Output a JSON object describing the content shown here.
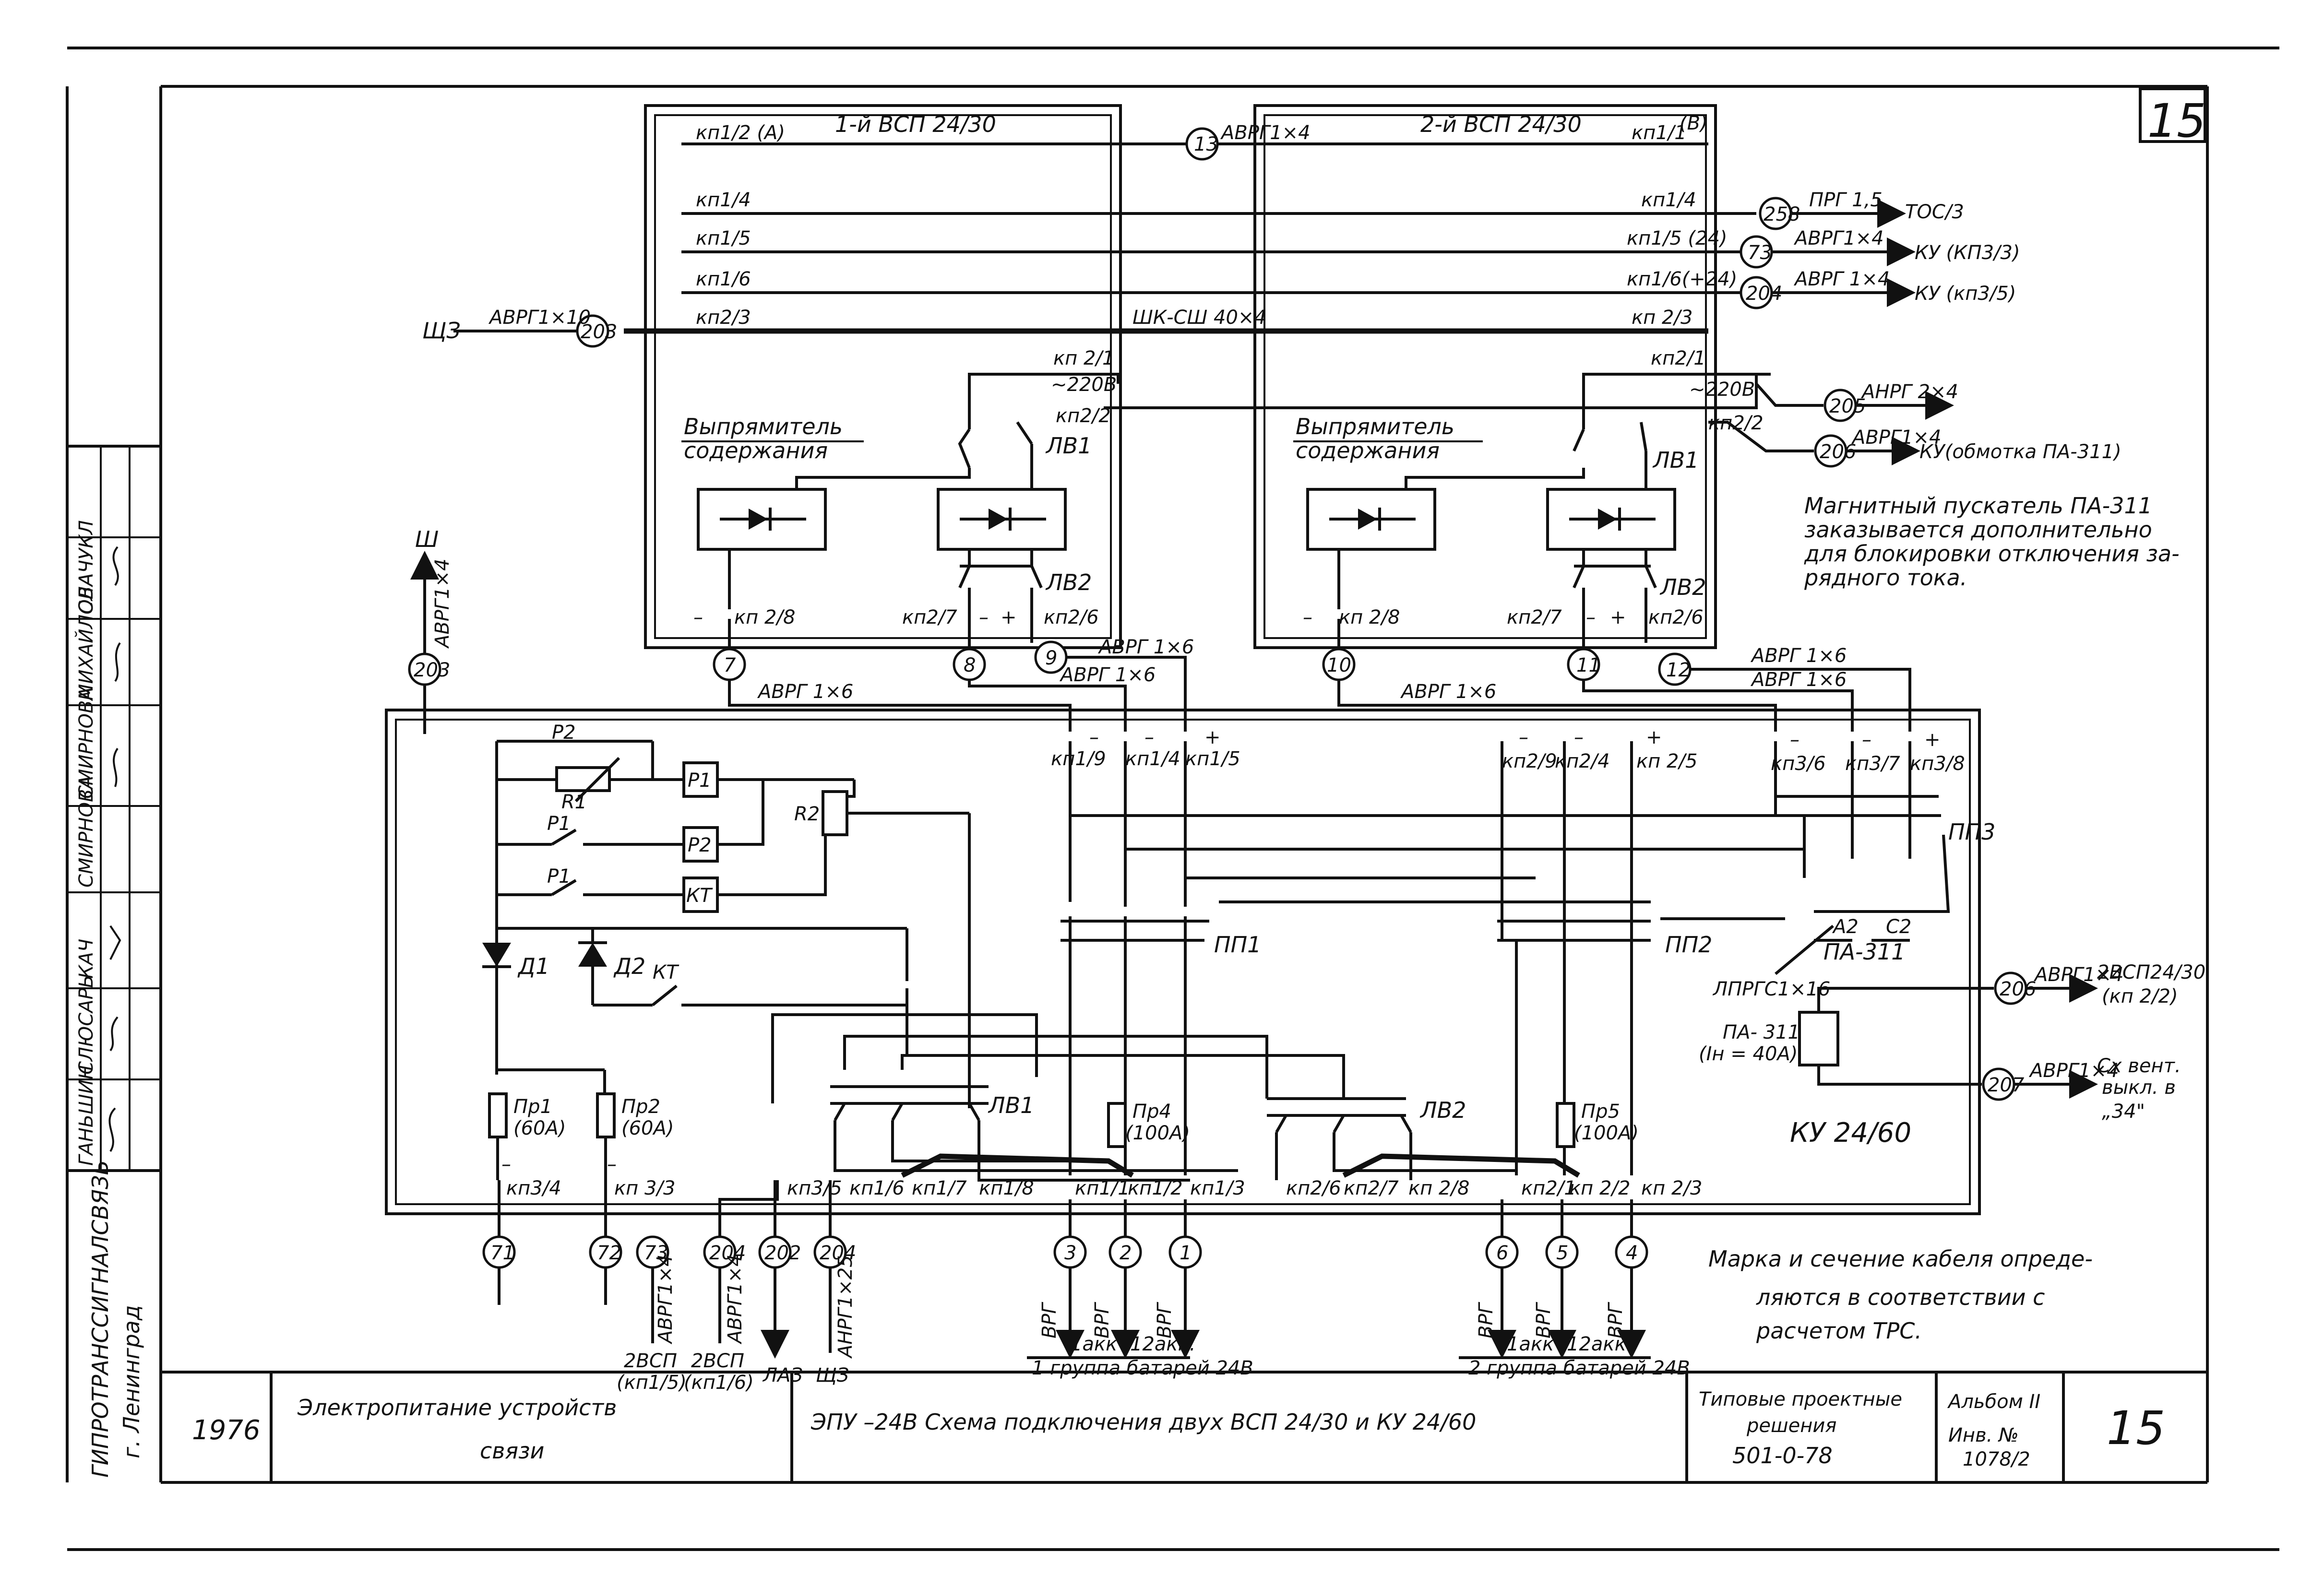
{
  "sheet": {
    "number": "15",
    "year": "1976",
    "title_left_1": "Электропитание  устройств",
    "title_left_2": "связи",
    "title_main": "ЭПУ –24В  Схема подключения двух  ВСП 24/30 и КУ 24/60",
    "standard_1": "Типовые проектные",
    "standard_2": "решения",
    "standard_3": "501-0-78",
    "album": "Альбом II",
    "inv": "Инв. №",
    "inv_num": "1078/2",
    "org_1": "ГИПРОТРАНССИГНАЛСВЯЗЬ",
    "org_2": "г. Ленинград"
  },
  "signatures": [
    {
      "name": "ГАНЬШИН"
    },
    {
      "name": "СЛЮСАРЬ"
    },
    {
      "name": "КАЧ"
    },
    {
      "name": "СМИРНОВА"
    },
    {
      "name": "СМИРНОВА"
    },
    {
      "name": "МИХАЙЛОВА"
    },
    {
      "name": "СЛАЧУКЛ"
    }
  ],
  "units": {
    "vsp1": "1-й  ВСП 24/30",
    "vsp2": "2-й  ВСП 24/30",
    "ku": "КУ 24/60",
    "rectifier_1": "Выпрямитель",
    "rectifier_2": "содержания"
  },
  "labels": {
    "kp1_2": "кп1/2 (А)",
    "kp1_1": "кп1/1",
    "kp1_1b": "(В)",
    "kp1_4": "кп1/4",
    "kp1_5": "кп1/5",
    "kp1_6": "кп1/6",
    "kp2_3": "кп2/3",
    "kp2_3r": "кп 2/3",
    "kp1_5_24": "кп1/5 (24)",
    "kp1_6_24": "кп1/6(+24)",
    "shk": "ШК-СШ 40×4",
    "kp2_1": "кп 2/1",
    "kp2_1r": "кп2/1",
    "v220": "~220В",
    "kp2_2": "кп2/2",
    "lv1": "ЛВ1",
    "lv2": "ЛВ2",
    "kp2_8": "кп 2/8",
    "kp2_7": "кп2/7",
    "kp2_6": "кп2/6",
    "minus": "–",
    "plus": "+",
    "shz": "ЩЗ",
    "avrg1x10": "АВРГ1×10",
    "avrg1x4": "АВРГ1×4",
    "avrg1x4b": "АВРГ1×4",
    "avrg1x4c": "АВРГ 1×4",
    "avrg1x6": "АВРГ 1×6",
    "anrg2x4": "АНРГ 2×4",
    "prg": "ПРГ  1,5",
    "toc3": "ТОС/3",
    "ku_kp3_3": "КУ (КП3/3)",
    "ku_kp3_5": "КУ (кп3/5)",
    "ku_pa311": "КУ(обмотка ПА-311)",
    "note1_1": "Магнитный пускатель ПА-311",
    "note1_2": "заказывается дополнительно",
    "note1_3": "для блокировки отключения за-",
    "note1_4": "рядного тока.",
    "sh": "Ш",
    "r1": "R1",
    "r2": "R2",
    "p1": "Р1",
    "p2": "Р2",
    "kt": "КТ",
    "d1": "Д1",
    "d2": "Д2",
    "pr1": "Пр1",
    "pr1a": "(60А)",
    "pr2": "Пр2",
    "pr4": "Пр4",
    "pr5": "Пр5",
    "a100": "(100А)",
    "pp1": "ПП1",
    "pp2": "ПП2",
    "pp3": "ПП3",
    "a2": "А2",
    "c2": "С2",
    "pa311": "ПА-311",
    "pa311b": "ПА- 311",
    "in40": "(Iн = 40А)",
    "lprgs": "ЛПРГС1×16",
    "vsp2_kp": "2ВСП24/30",
    "kp2_2b": "(кп 2/2)",
    "skh": "Сх вент.",
    "vykl": "выкл. в",
    "z34": "„34\"",
    "kp1_9": "кп1/9",
    "kp1_4b": "кп1/4",
    "kp1_5b": "кп1/5",
    "kp2_9": "кп2/9",
    "kp2_4": "кп2/4",
    "kp2_5": "кп 2/5",
    "kp3_6": "кп3/6",
    "kp3_7": "кп3/7",
    "kp3_8": "кп3/8",
    "kp3_4": "кп3/4",
    "kp3_3": "кп 3/3",
    "kp3_5": "кп3/5",
    "kp1_6b": "кп1/6",
    "kp1_7": "кп1/7",
    "kp1_8": "кп1/8",
    "kp1_1c": "кп1/1",
    "kp1_2c": "кп1/2",
    "kp1_3": "кп1/3",
    "kp2_6b": "кп2/6",
    "kp2_7b": "кп2/7",
    "kp2_8b": "кп 2/8",
    "kp2_1c": "кп2/1",
    "kp2_2c": "кп 2/2",
    "kp2_3c": "кп 2/3",
    "vsp_kp1_5": "2ВСП",
    "kp1_5c": "(кп1/5)",
    "kp1_6c": "(кп1/6)",
    "laz": "ЛАЗ",
    "shz2": "ЩЗ",
    "vrg": "ВРГ",
    "akk1": "1акк",
    "akk12": "12акк.",
    "group1": "1 группа батарей 24В",
    "group2": "2 группа батарей 24В",
    "anrg1x25": "АНРГ1×25",
    "avrg1x4d": "АВРГ1×4",
    "note2_1": "Марка и сечение  кабеля опреде-",
    "note2_2": "ляются в соответствии с",
    "note2_3": "расчетом ТРС."
  },
  "circles": [
    "13",
    "258",
    "73",
    "204",
    "203",
    "205",
    "206",
    "7",
    "8",
    "9",
    "10",
    "11",
    "12",
    "203",
    "206",
    "207",
    "71",
    "72",
    "73",
    "204",
    "202",
    "204",
    "3",
    "2",
    "1",
    "6",
    "5",
    "4"
  ]
}
